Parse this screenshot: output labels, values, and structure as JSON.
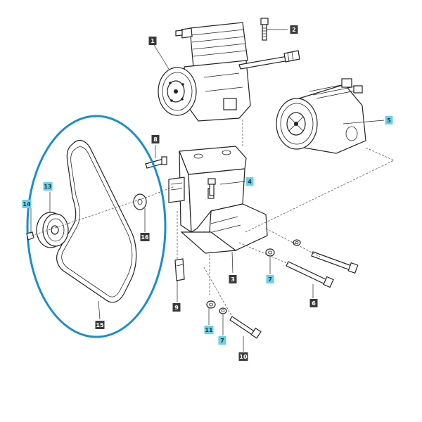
{
  "colors": {
    "dark_box": "#3a3a3a",
    "dark_text": "#ffffff",
    "highlight_box": "#6ad0e6",
    "highlight_text": "#0f3d4a",
    "belt_ring": "#1a8fc8",
    "line": "#222222"
  },
  "callouts": [
    {
      "label": "1",
      "style": "dark"
    },
    {
      "label": "2",
      "style": "dark"
    },
    {
      "label": "3",
      "style": "dark"
    },
    {
      "label": "4",
      "style": "highlight"
    },
    {
      "label": "5",
      "style": "highlight"
    },
    {
      "label": "6",
      "style": "dark"
    },
    {
      "label": "7",
      "style": "highlight"
    },
    {
      "label": "7",
      "style": "highlight"
    },
    {
      "label": "8",
      "style": "dark"
    },
    {
      "label": "9",
      "style": "dark"
    },
    {
      "label": "10",
      "style": "dark"
    },
    {
      "label": "11",
      "style": "highlight"
    },
    {
      "label": "13",
      "style": "highlight"
    },
    {
      "label": "14",
      "style": "highlight"
    },
    {
      "label": "15",
      "style": "dark"
    },
    {
      "label": "16",
      "style": "dark"
    }
  ],
  "parts": [
    {
      "name": "air-compressor",
      "label": "1"
    },
    {
      "name": "bolt",
      "label": "2"
    },
    {
      "name": "mounting-bracket",
      "label": "3"
    },
    {
      "name": "bolt",
      "label": "4"
    },
    {
      "name": "ac-compressor",
      "label": "5"
    },
    {
      "name": "long-bolt",
      "label": "6"
    },
    {
      "name": "washer",
      "label": "7"
    },
    {
      "name": "screw",
      "label": "8"
    },
    {
      "name": "spacer-block",
      "label": "9"
    },
    {
      "name": "bolt",
      "label": "10"
    },
    {
      "name": "washer",
      "label": "11"
    },
    {
      "name": "idler-pulley",
      "label": "13"
    },
    {
      "name": "nut",
      "label": "14"
    },
    {
      "name": "v-belt",
      "label": "15"
    },
    {
      "name": "washer",
      "label": "16"
    }
  ]
}
